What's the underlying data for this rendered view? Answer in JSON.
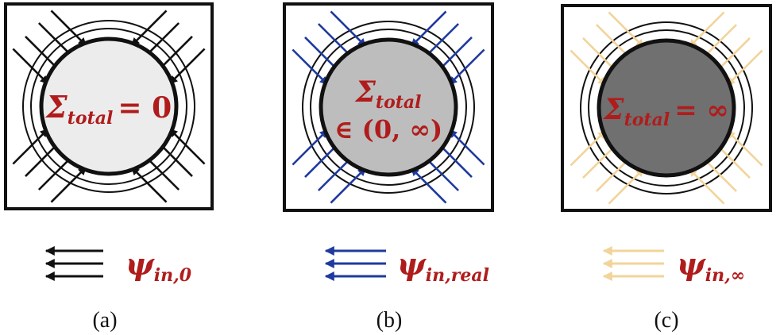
{
  "panels": [
    {
      "id": "a",
      "caption": "(a)",
      "sigma_symbol": "Σ",
      "sigma_subscript": "total",
      "relation": "= 0",
      "relation_line2": "",
      "psi_symbol": "ψ",
      "psi_subscript": "in,0",
      "arrow_color": "#111111",
      "circle_fill": "#ececec"
    },
    {
      "id": "b",
      "caption": "(b)",
      "sigma_symbol": "Σ",
      "sigma_subscript": "total",
      "relation": "",
      "relation_line2": "∈ (0, ∞)",
      "psi_symbol": "ψ",
      "psi_subscript": "in,real",
      "arrow_color": "#1f3a9e",
      "circle_fill": "#bdbdbd"
    },
    {
      "id": "c",
      "caption": "(c)",
      "sigma_symbol": "Σ",
      "sigma_subscript": "total",
      "relation": "= ∞",
      "relation_line2": "",
      "psi_symbol": "ψ",
      "psi_subscript": "in,∞",
      "arrow_color": "#f2d49a",
      "circle_fill": "#707070"
    }
  ],
  "colors": {
    "label_red": "#b01c1c",
    "frame": "#111111"
  }
}
